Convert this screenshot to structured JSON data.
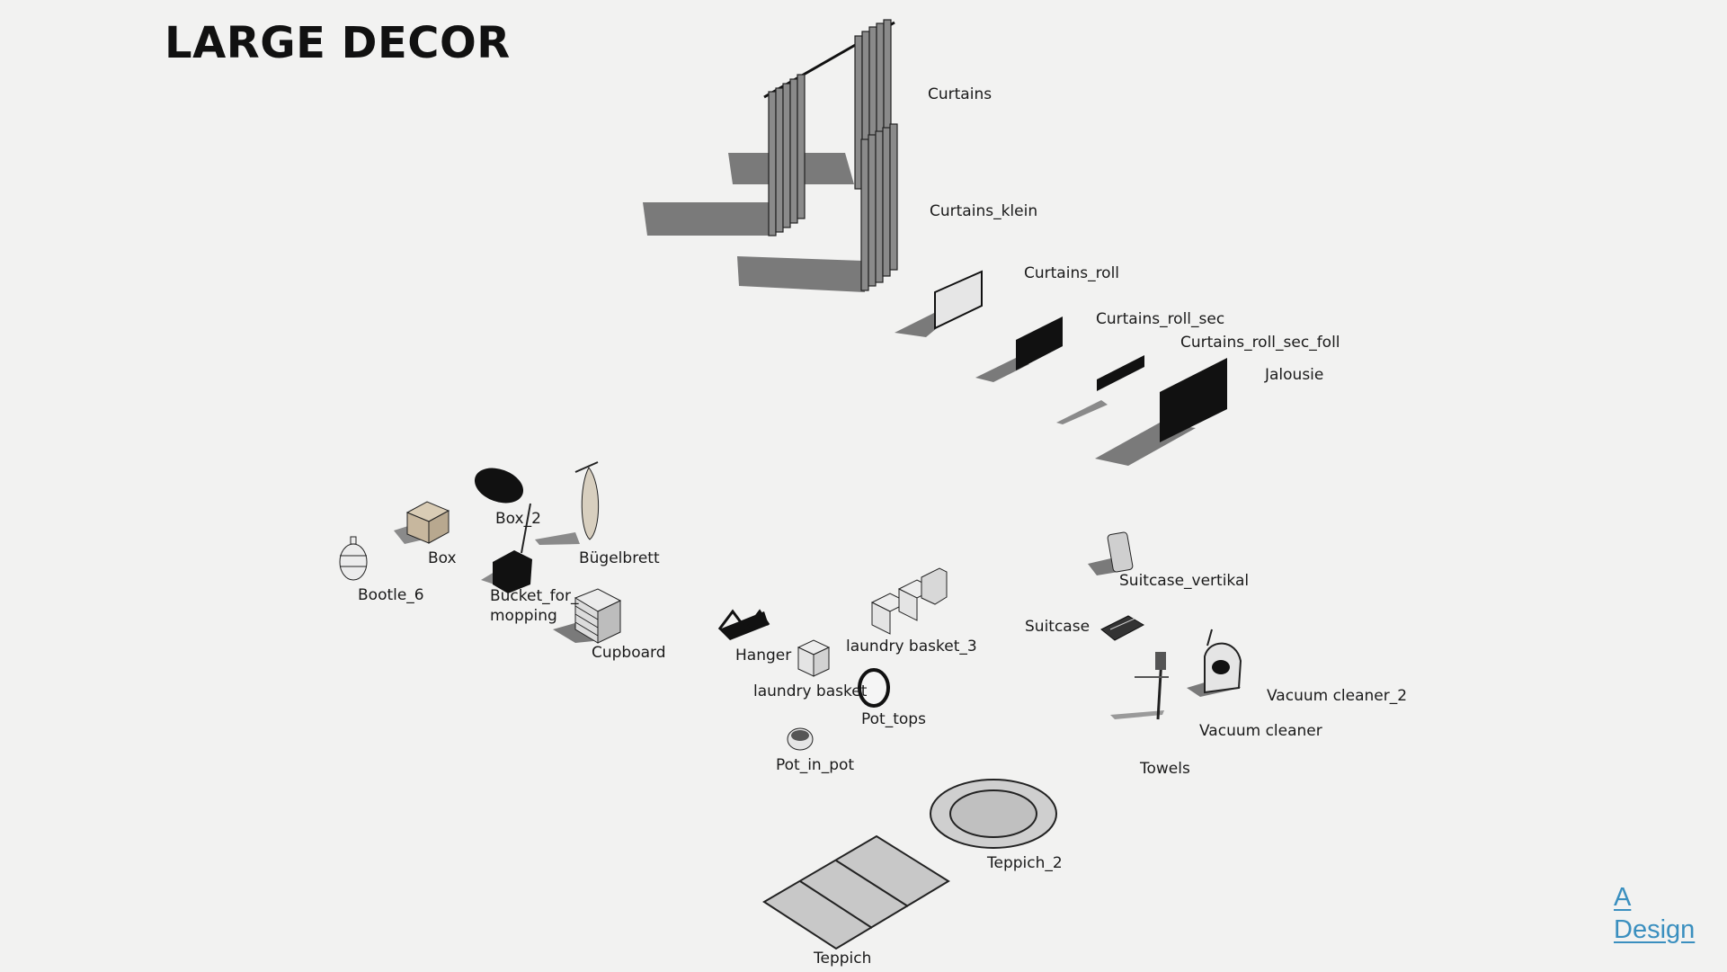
{
  "page": {
    "title": "LARGE DECOR"
  },
  "labels": {
    "curtains": "Curtains",
    "curtains_klein": "Curtains_klein",
    "curtains_roll": "Curtains_roll",
    "curtains_roll_sec": "Curtains_roll_sec",
    "curtains_roll_sec_foll": "Curtains_roll_sec_foll",
    "jalousie": "Jalousie",
    "box_2": "Box_2",
    "box": "Box",
    "buegelbrett": "Bügelbrett",
    "bootle_6": "Bootle_6",
    "bucket_line1": "Bucket_for_",
    "bucket_line2": "mopping",
    "cupboard": "Cupboard",
    "hanger": "Hanger",
    "laundry_basket_3": "laundry basket_3",
    "laundry_basket": "laundry basket",
    "pot_tops": "Pot_tops",
    "pot_in_pot": "Pot_in_pot",
    "suitcase_vertikal": "Suitcase_vertikal",
    "suitcase": "Suitcase",
    "vacuum_cleaner_2": "Vacuum cleaner_2",
    "vacuum_cleaner": "Vacuum cleaner",
    "towels": "Towels",
    "teppich_2": "Teppich_2",
    "teppich": "Teppich"
  },
  "logo": {
    "line1": "A",
    "line2": "Design"
  },
  "colors": {
    "background": "#f2f2f1",
    "shadow": "#7a7a7a",
    "object": "#111111",
    "logo": "#3a8fbf"
  }
}
